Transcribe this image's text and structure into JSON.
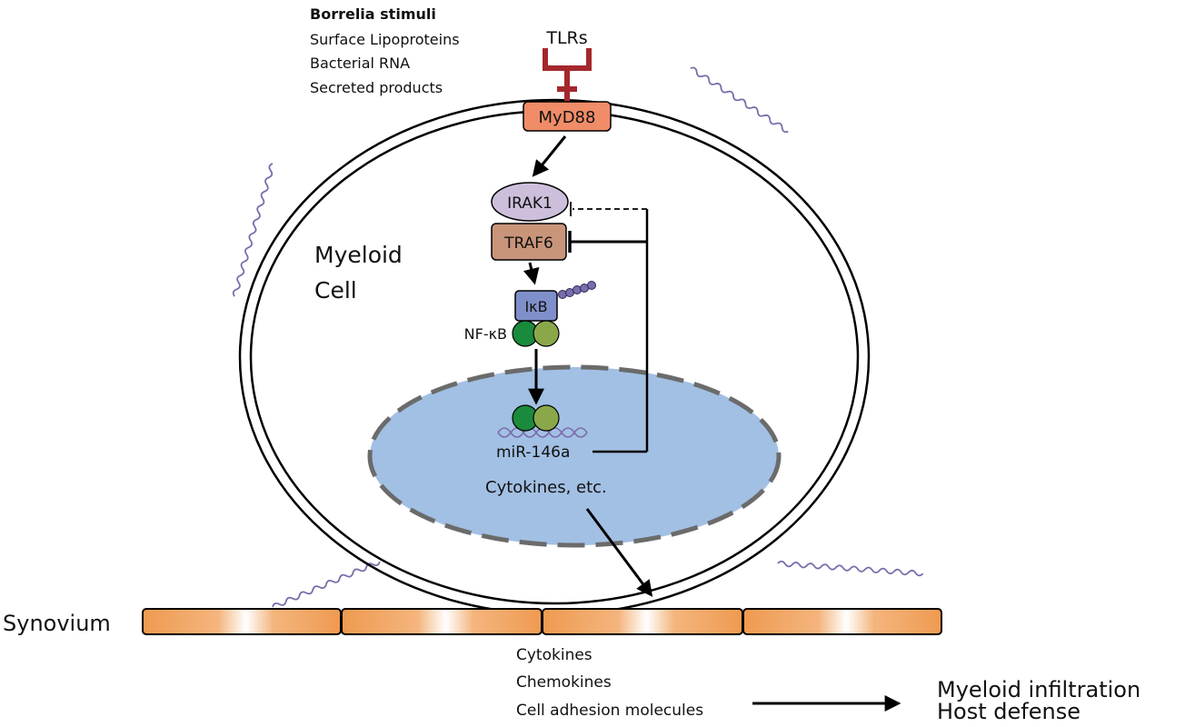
{
  "stimuli": {
    "title": "Borrelia stimuli",
    "items": [
      "Surface Lipoproteins",
      "Bacterial RNA",
      "Secreted products"
    ]
  },
  "receptor": {
    "label": "TLRs",
    "color": "#a4282b"
  },
  "adaptor": {
    "label": "MyD88",
    "color": "#f08c68"
  },
  "kinase": {
    "label": "IRAK1",
    "color": "#cdbfdc"
  },
  "traf": {
    "label": "TRAF6",
    "color": "#c9957a"
  },
  "inhibitor": {
    "label": "IκB",
    "color": "#7f8fc9"
  },
  "transcription_factor": {
    "label": "NF-κB",
    "colors": [
      "#1a8a3c",
      "#8aa84a"
    ]
  },
  "cell": {
    "label_line1": "Myeloid",
    "label_line2": "Cell"
  },
  "nucleus": {
    "color": "#a2c0e4",
    "mirna_label": "miR-146a",
    "products_label": "Cytokines, etc."
  },
  "tissue": {
    "label": "Synovium",
    "color": "#ef9a50"
  },
  "outputs": {
    "items": [
      "Cytokines",
      "Chemokines",
      "Cell adhesion molecules"
    ],
    "results": [
      "Myeloid infiltration",
      "Host defense"
    ]
  }
}
